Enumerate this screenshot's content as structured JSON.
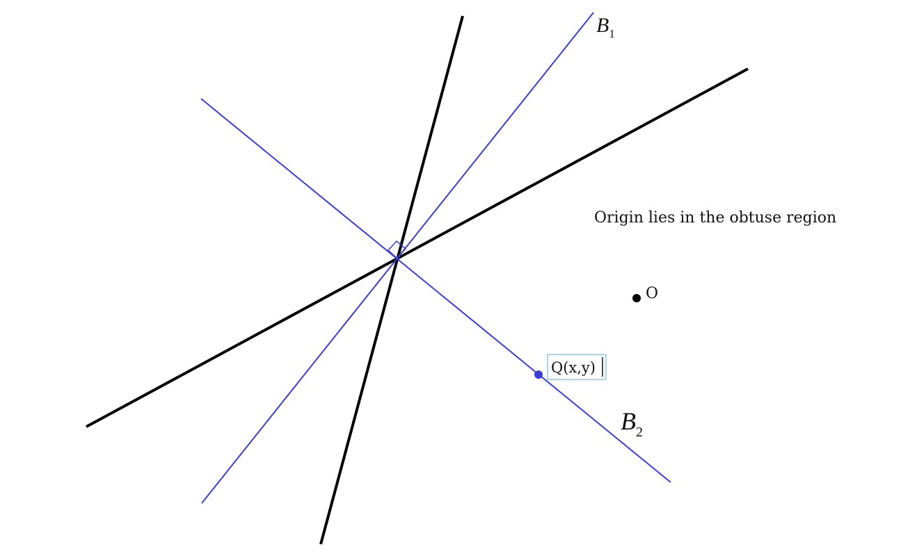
{
  "colors": {
    "background": "#ffffff",
    "given_lines": "#000000",
    "bisectors": "#3b3bd6",
    "point_q": "#3b3bd6",
    "origin": "#000000",
    "text_box_border": "#8fc6e8"
  },
  "labels": {
    "bisector_1_main": "B",
    "bisector_1_sub": "1",
    "bisector_2_main": "B",
    "bisector_2_sub": "2",
    "origin": "O",
    "point_q": "Q(x,y)",
    "statement": "Origin lies in the obtuse region"
  },
  "marks": {
    "right_angle_at_intersection": true
  }
}
